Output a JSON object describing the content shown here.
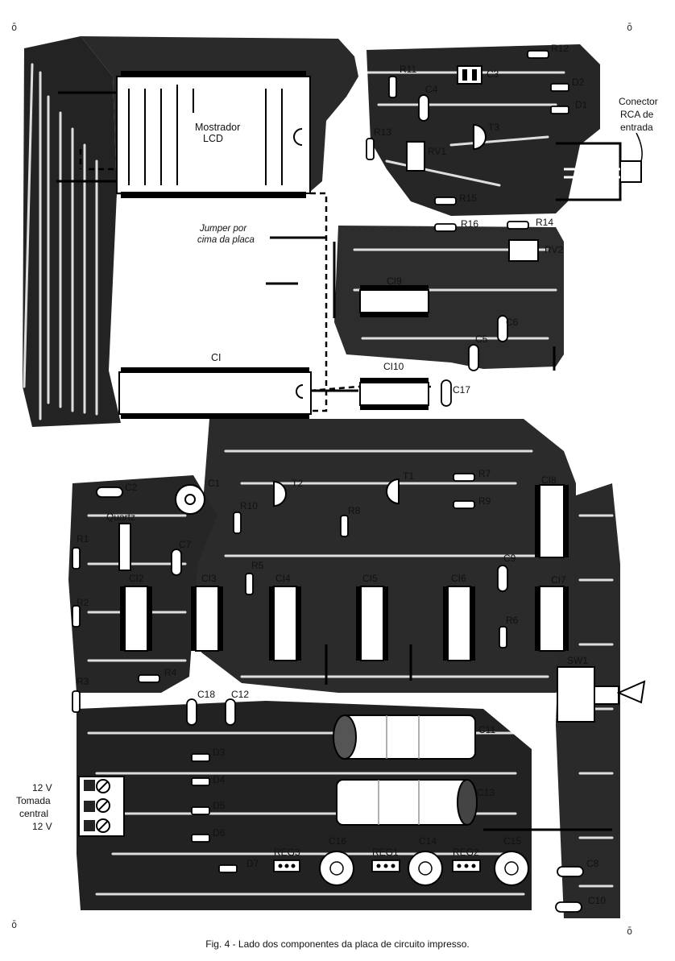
{
  "caption": "Fig. 4 - Lado dos componentes da placa de circuito impresso.",
  "corner_mark": "ō",
  "display_label": [
    "Mostrador",
    "LCD"
  ],
  "jumper_label": [
    "Jumper por",
    "cima da placa"
  ],
  "connector_label": [
    "Conector",
    "RCA de",
    "entrada"
  ],
  "terminal_labels": [
    "12 V",
    "Tomada",
    "central",
    "12 V"
  ],
  "ic_labels": {
    "ci": "CI",
    "ci2": "CI2",
    "ci3": "CI3",
    "ci4": "CI4",
    "ci5": "CI5",
    "ci6": "CI6",
    "ci7": "CI7",
    "ci8": "CI8",
    "ci9": "CI9",
    "ci10": "CI10"
  },
  "resistor_labels": {
    "r1": "R1",
    "r2": "R2",
    "r3": "R3",
    "r4": "R4",
    "r5": "R5",
    "r6": "R6",
    "r7": "R7",
    "r8": "R8",
    "r9": "R9",
    "r10": "R10",
    "r11": "R11",
    "r12": "R12",
    "r13": "R13",
    "r14": "R14",
    "r15": "R15",
    "r16": "R16"
  },
  "capacitor_labels": {
    "c1": "C1",
    "c2": "C2",
    "c3": "C3",
    "c4": "C4",
    "c5": "C5",
    "c6": "C6",
    "c7": "C7",
    "c8": "C8",
    "c9": "C9",
    "c10": "C10",
    "c11": "C11",
    "c12": "C12",
    "c13": "C13",
    "c14": "C14",
    "c15": "C15",
    "c16": "C16",
    "c17": "C17",
    "c18": "C18"
  },
  "diode_labels": {
    "d1": "D1",
    "d2": "D2",
    "d3": "D3",
    "d4": "D4",
    "d5": "D5",
    "d6": "D6",
    "d7": "D7"
  },
  "transistor_labels": {
    "t1": "T1",
    "t2": "T2",
    "t3": "T3"
  },
  "trimmer_labels": {
    "rv1": "RV1",
    "rv2": "RV2"
  },
  "regulator_labels": {
    "reg1": "REG1",
    "reg2": "REG2",
    "reg3": "REG3"
  },
  "other_labels": {
    "quartz": "Quartz",
    "sw1": "SW1"
  }
}
